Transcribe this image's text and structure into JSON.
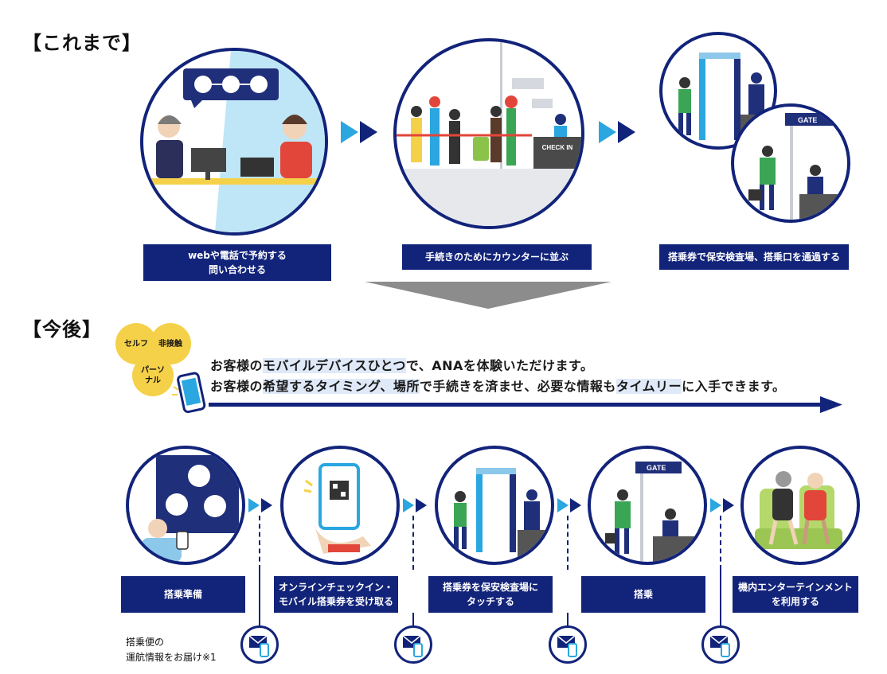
{
  "sections": {
    "before_title": "【これまで】",
    "after_title": "【今後】"
  },
  "before": {
    "steps": [
      {
        "label_lines": [
          "webや電話で予約する",
          "問い合わせる"
        ]
      },
      {
        "label_lines": [
          "手続きのためにカウンターに並ぶ"
        ]
      },
      {
        "label_lines": [
          "搭乗券で保安検査場、搭乗口を通過する"
        ]
      }
    ],
    "scene_texts": {
      "check_in": "CHECK IN",
      "gate": "GATE"
    }
  },
  "badges": {
    "self": "セルフ",
    "contactless": "非接触",
    "personal_line1": "パーソ",
    "personal_line2": "ナル"
  },
  "message": {
    "line1": {
      "a": "お客様の",
      "b": "モバイルデバイスひとつ",
      "c": "で、ANAを体験いただけます。"
    },
    "line2": {
      "a": "お客様の",
      "b": "希望するタイミング、場所",
      "c": "で手続きを済ませ、必要な情報も",
      "d": "タイムリー",
      "e": "に入手できます。"
    }
  },
  "after": {
    "steps": [
      {
        "label_lines": [
          "搭乗準備"
        ]
      },
      {
        "label_lines": [
          "オンラインチェックイン・",
          "モバイル搭乗券を受け取る"
        ]
      },
      {
        "label_lines": [
          "搭乗券を保安検査場に",
          "タッチする"
        ]
      },
      {
        "label_lines": [
          "搭乗"
        ]
      },
      {
        "label_lines": [
          "機内エンターテインメント",
          "を利用する"
        ]
      }
    ],
    "scene_texts": {
      "gate": "GATE"
    },
    "footnote_line1": "搭乗便の",
    "footnote_line2": "運航情報をお届け※1"
  },
  "colors": {
    "navy": "#12237a",
    "cyan": "#2aa6e0",
    "yellow": "#f5d14a",
    "gray": "#8c8c8c",
    "light_blue": "#bfe6f6"
  }
}
